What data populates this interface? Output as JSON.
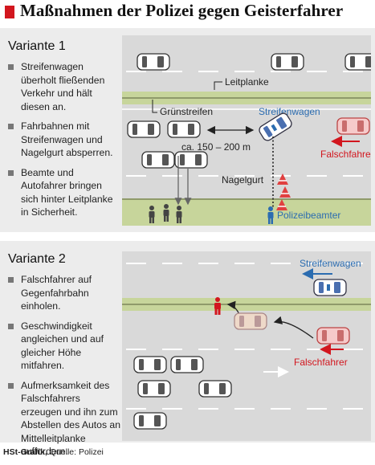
{
  "title": "Maßnahmen der Polizei gegen Geisterfahrer",
  "variant1": {
    "label": "Variante 1",
    "bullets": [
      "Streifenwagen überholt fließenden Verkehr und hält diesen an.",
      "Fahrbahnen mit Streifenwagen und Nagelgurt absperren.",
      "Beamte und Autofahrer bringen sich hinter Leitplanke in Sicherheit."
    ],
    "labels": {
      "leitplanke": "Leitplanke",
      "gruenstreifen": "Grünstreifen",
      "streifenwagen": "Streifenwagen",
      "distance": "ca. 150 – 200 m",
      "falschfahrer": "Falschfahrer",
      "nagelgurt": "Nagelgurt",
      "polizeibeamter": "Polizeibeamter"
    }
  },
  "variant2": {
    "label": "Variante 2",
    "bullets": [
      "Falschfahrer auf Gegenfahrbahn einholen.",
      "Geschwindigkeit angleichen und auf gleicher Höhe mitfahren.",
      "Aufmerksamkeit des Falschfahrers erzeugen und ihn zum Abstellen des Autos an Mittelleitplanke auffordern."
    ],
    "labels": {
      "streifenwagen": "Streifenwagen",
      "falschfahrer": "Falschfahrer"
    }
  },
  "footer": {
    "brand": "HSt-Grafik,",
    "source": " Quelle: Polizei"
  },
  "colors": {
    "accent_red": "#d2161e",
    "police_blue": "#2b6cb0",
    "road": "#d9d9d9",
    "greenstrip": "#c7d59b"
  }
}
